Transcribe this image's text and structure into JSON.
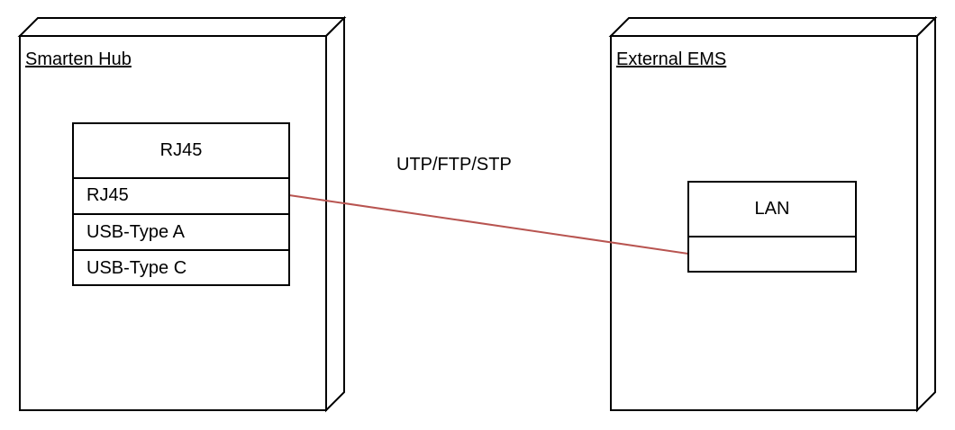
{
  "diagram": {
    "hub": {
      "title": "Smarten Hub",
      "component": {
        "header": "RJ45",
        "ports": [
          "RJ45",
          "USB-Type A",
          "USB-Type C"
        ]
      }
    },
    "ems": {
      "title": "External EMS",
      "component": {
        "header": "LAN",
        "ports": [
          ""
        ]
      }
    },
    "connection": {
      "label": "UTP/FTP/STP",
      "color": "#b85450"
    },
    "colors": {
      "stroke": "#000000",
      "fill": "#ffffff"
    }
  }
}
